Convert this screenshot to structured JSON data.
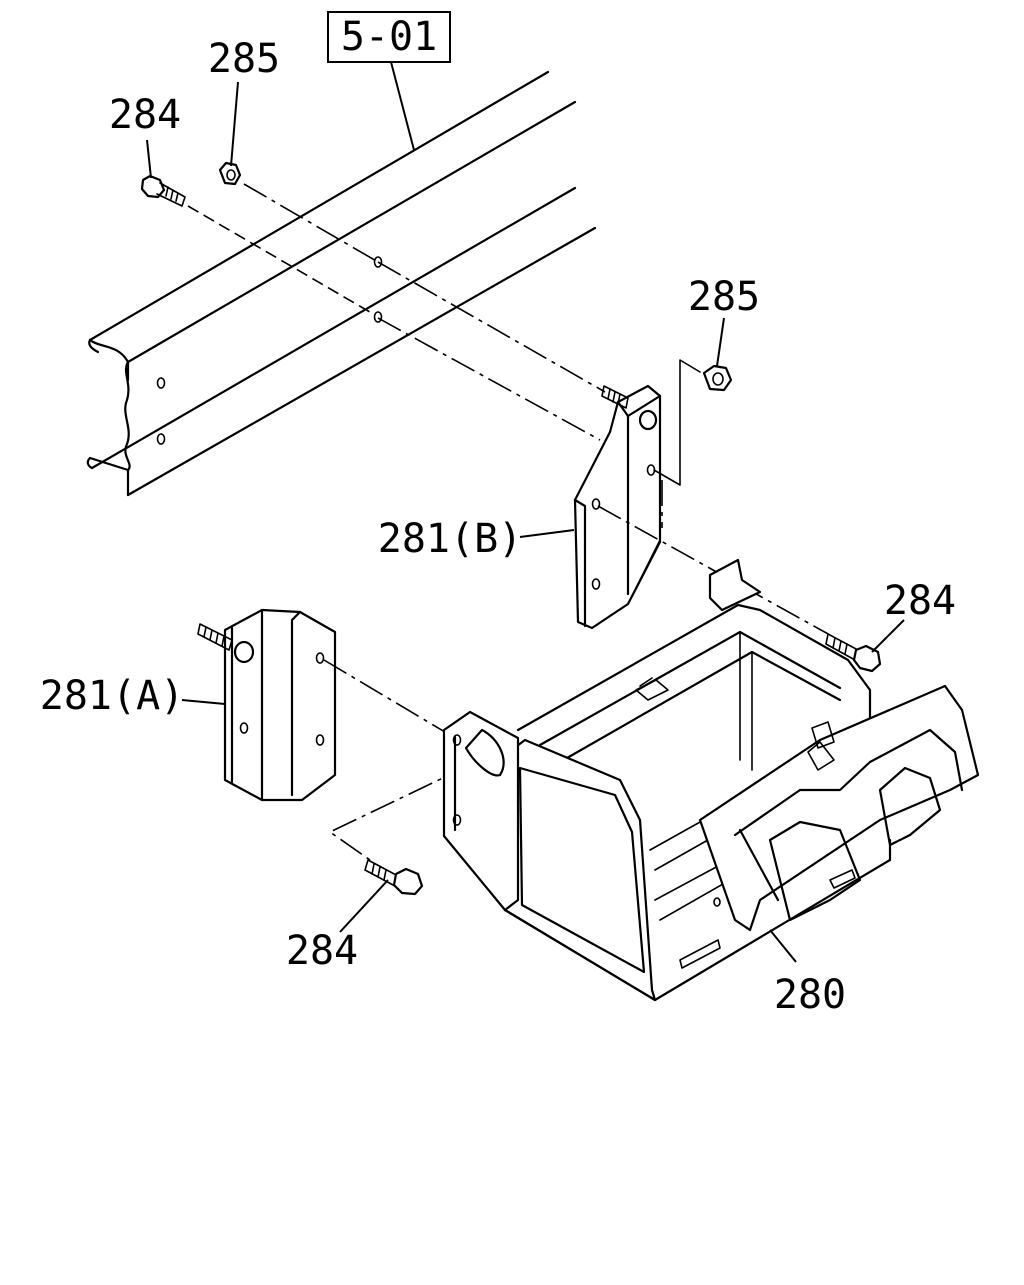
{
  "diagram": {
    "reference_box": "5-01",
    "callouts": {
      "c285_top": "285",
      "c284_top": "284",
      "c285_right": "285",
      "c281b": "281(B)",
      "c284_right": "284",
      "c281a": "281(A)",
      "c284_bottom": "284",
      "c280": "280"
    }
  }
}
